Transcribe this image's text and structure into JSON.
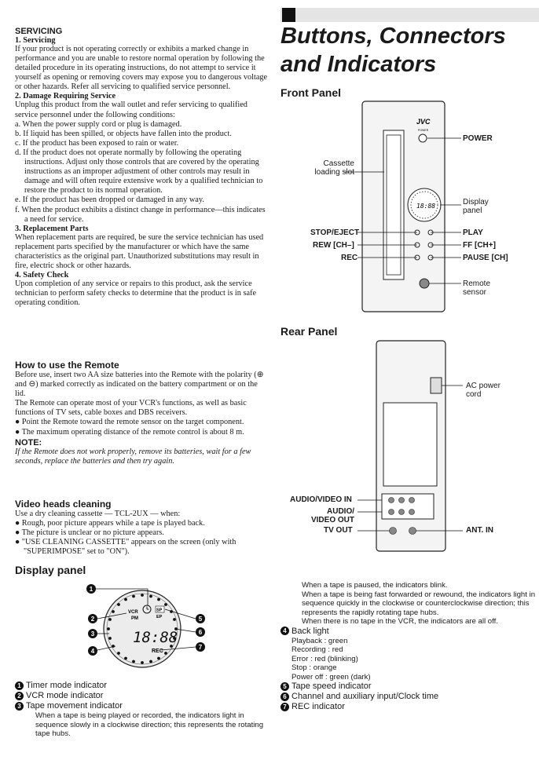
{
  "servicing": {
    "title": "SERVICING",
    "s1_title": "1.  Servicing",
    "s1_body": "If your product is not operating correctly or exhibits a marked change in performance and you are unable to restore normal operation by following the detailed procedure in its operating instructions, do not attempt to service it yourself as opening or removing covers may expose you to dangerous voltage or other hazards. Refer all servicing to qualified service personnel.",
    "s2_title": "2.  Damage Requiring Service",
    "s2_body": "Unplug this product from the wall outlet and refer servicing to qualified service personnel under the following conditions:",
    "s2_items": [
      "a.  When the power supply cord or plug is damaged.",
      "b.  If liquid has been spilled, or objects have fallen into the product.",
      "c.  If the product has been exposed to rain or water.",
      "d.  If the product does not operate normally by following the operating instructions. Adjust only those controls that are covered by the operating instructions as an improper adjustment of other controls may result in damage and will often require extensive work by a qualified technician to restore the product to its normal operation.",
      "e.  If the product has been dropped or damaged in any way.",
      "f.  When the product exhibits a distinct change in performance—this indicates a need for service."
    ],
    "s3_title": "3.  Replacement Parts",
    "s3_body": "When replacement parts are required, be sure the service technician has used replacement parts specified by the manufacturer or which have the same characteristics as the original part. Unauthorized substitutions may result in fire, electric shock or other hazards.",
    "s4_title": "4.  Safety Check",
    "s4_body": "Upon completion of any service or repairs to this product, ask the service technician to perform safety checks to determine that the product is in safe operating condition."
  },
  "remote": {
    "title": "How to use the Remote",
    "body1": "Before use, insert two AA size batteries into the Remote with the polarity (⊕ and ⊖) marked correctly as indicated on the battery compartment or on the lid.",
    "body2": "The Remote can operate most of your VCR's functions, as well as basic functions of TV sets, cable boxes and DBS receivers.",
    "bullets": [
      "Point the Remote toward the remote sensor on the target component.",
      "The maximum operating distance of the remote control is about 8 m."
    ],
    "note_title": "NOTE:",
    "note_body": "If the Remote does not work properly, remove its batteries, wait for a few seconds, replace the batteries and then try again."
  },
  "heads": {
    "title": "Video heads cleaning",
    "intro": "Use a dry cleaning cassette — TCL-2UX — when:",
    "bullets": [
      "Rough, poor picture appears while a tape is played back.",
      "The picture is unclear or no picture appears.",
      "\"USE CLEANING CASSETTE\" appears on the screen (only with \"SUPERIMPOSE\" set to \"ON\")."
    ]
  },
  "display": {
    "title": "Display panel",
    "readout": "18:88",
    "vcr_label": "VCR",
    "pm_label": "PM",
    "sp_label": "SP",
    "ep_label": "EP",
    "rec_label": "REC",
    "items": [
      {
        "num": "1",
        "label": "Timer mode indicator"
      },
      {
        "num": "2",
        "label": "VCR mode indicator"
      },
      {
        "num": "3",
        "label": "Tape movement indicator"
      }
    ],
    "tape_desc": [
      "When a tape is being played or recorded, the indicators light in sequence slowly in a clockwise direction; this represents the rotating tape hubs.",
      "When a tape is paused, the indicators blink.",
      "When a tape is being fast forwarded or rewound, the indicators light in sequence quickly in the clockwise or counterclockwise direction; this represents the rapidly rotating tape hubs.",
      "When there is no tape in the VCR, the indicators are all off."
    ],
    "items2": [
      {
        "num": "4",
        "label": "Back light"
      }
    ],
    "backlight": [
      "Playback : green",
      "Recording : red",
      "Error : red (blinking)",
      "Stop : orange",
      "Power off : green (dark)"
    ],
    "items3": [
      {
        "num": "5",
        "label": "Tape speed indicator"
      },
      {
        "num": "6",
        "label": "Channel and auxiliary input/Clock time"
      },
      {
        "num": "7",
        "label": "REC indicator"
      }
    ],
    "callouts": [
      "1",
      "2",
      "3",
      "4",
      "5",
      "6",
      "7"
    ]
  },
  "right": {
    "title_line1": "Buttons, Connectors",
    "title_line2": "and Indicators",
    "front_title": "Front Panel",
    "rear_title": "Rear Panel",
    "front_labels": {
      "brand": "JVC",
      "power_small": "POWER",
      "cassette": "Cassette\nloading slot",
      "power": "POWER",
      "display": "Display\npanel",
      "stop_eject": "STOP/EJECT",
      "play": "PLAY",
      "rew": "REW [CH–]",
      "ff": "FF [CH+]",
      "rec": "REC",
      "pause": "PAUSE [CH]",
      "remote": "Remote\nsensor"
    },
    "rear_labels": {
      "ac": "AC power\ncord",
      "av_in": "AUDIO/VIDEO IN",
      "av_out": "AUDIO/\nVIDEO OUT",
      "tv_out": "TV OUT",
      "ant_in": "ANT. IN"
    }
  },
  "colors": {
    "header_bar": "#e4e4e4",
    "header_block": "#111111"
  }
}
